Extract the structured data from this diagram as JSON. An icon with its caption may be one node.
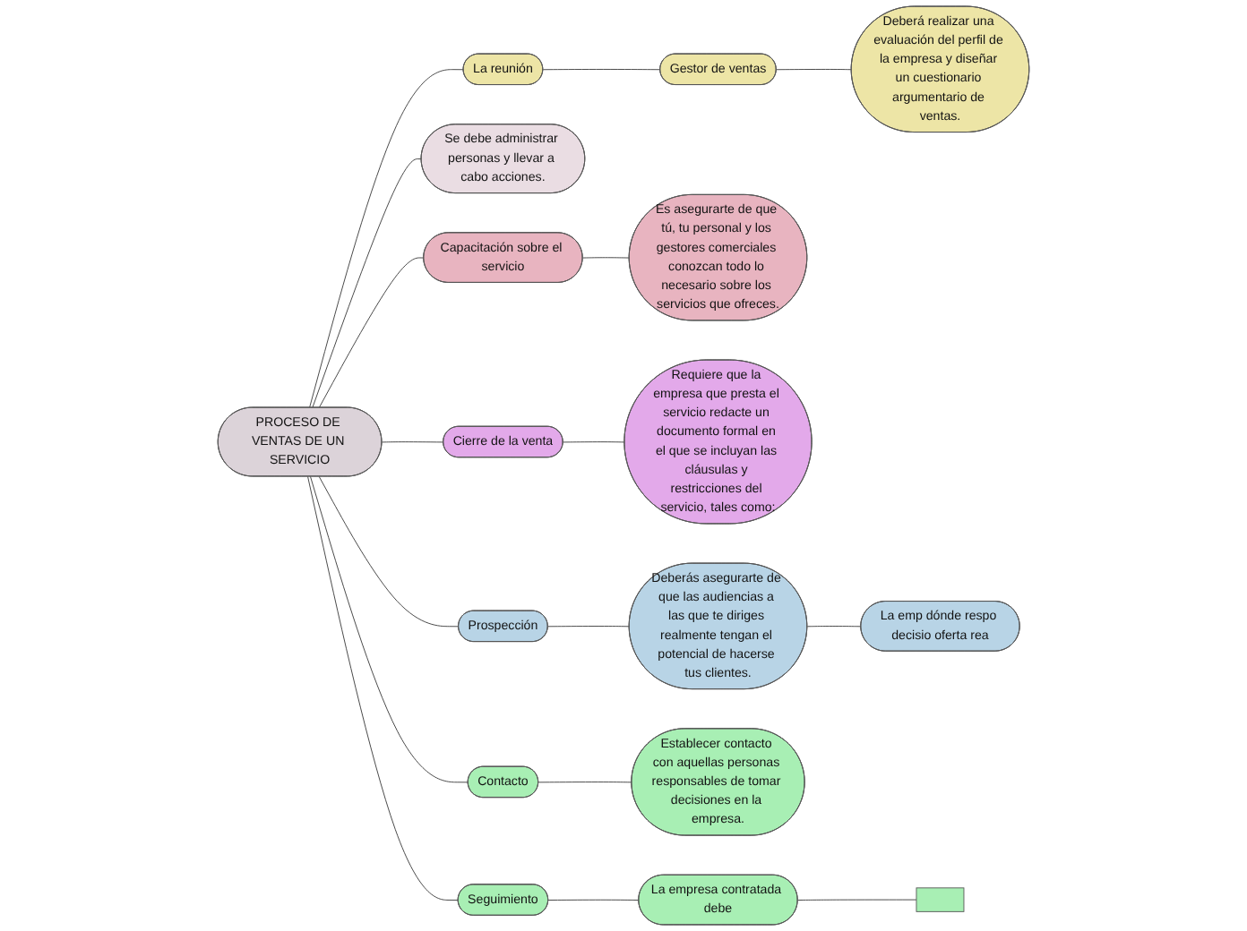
{
  "diagram": {
    "nodes": [
      {
        "text": [
          "PROCESO DE VENTAS DE UN SERVICIO"
        ]
      },
      {
        "text": [
          "La reunión"
        ]
      },
      {
        "text": [
          "Gestor de ventas"
        ]
      },
      {
        "text": [
          "Deberá realizar una evaluación del perfil de la empresa y diseñar un cuestionario argumentario de ventas."
        ]
      },
      {
        "text": [
          "Se debe administrar personas y llevar a cabo acciones."
        ]
      },
      {
        "text": [
          "Capacitación sobre el servicio"
        ]
      },
      {
        "text": [
          "Es asegurarte de que tú, tu personal y los gestores comerciales conozcan todo lo necesario sobre los servicios que ofreces."
        ]
      },
      {
        "text": [
          "Cierre de la venta"
        ]
      },
      {
        "text": [
          "Requiere que la empresa que presta el servicio redacte un documento formal en el que se incluyan las cláusulas y restricciones del servicio, tales como:"
        ]
      },
      {
        "text": [
          "Prospección"
        ]
      },
      {
        "text": [
          "Deberás asegurarte de que las audiencias a las que te diriges realmente tengan el potencial de hacerse tus clientes."
        ]
      },
      {
        "text": [
          "La emp dónde respo decisio oferta rea"
        ]
      },
      {
        "text": [
          "Contacto"
        ]
      },
      {
        "text": [
          "Establecer contacto con aquellas personas responsables de tomar decisiones en la empresa."
        ]
      },
      {
        "text": [
          "Seguimiento"
        ]
      },
      {
        "text": [
          "La empresa contratada debe"
        ]
      },
      {
        "text": [],
        "shape": "box"
      }
    ],
    "edges": [
      {
        "from": 0,
        "to": 1,
        "arrow": "none"
      },
      {
        "from": 1,
        "to": 2,
        "arrow": "none"
      },
      {
        "from": 2,
        "to": 3,
        "arrow": "none"
      },
      {
        "from": 0,
        "to": 4,
        "arrow": "none"
      },
      {
        "from": 0,
        "to": 5,
        "arrow": "none"
      },
      {
        "from": 5,
        "to": 6,
        "arrow": "none"
      },
      {
        "from": 0,
        "to": 7,
        "arrow": "none"
      },
      {
        "from": 7,
        "to": 8,
        "arrow": "none"
      },
      {
        "from": 0,
        "to": 9,
        "arrow": "none"
      },
      {
        "from": 9,
        "to": 10,
        "arrow": "none"
      },
      {
        "from": 10,
        "to": 11,
        "arrow": "none"
      },
      {
        "from": 0,
        "to": 12,
        "arrow": "none"
      },
      {
        "from": 12,
        "to": 13,
        "arrow": "none"
      },
      {
        "from": 0,
        "to": 14,
        "arrow": "none"
      },
      {
        "from": 14,
        "to": 15,
        "arrow": "none"
      },
      {
        "from": 15,
        "to": 16,
        "arrow": "none"
      }
    ]
  }
}
